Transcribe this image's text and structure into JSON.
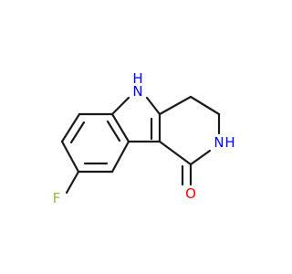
{
  "molecule": {
    "atoms": {
      "nh_indole": {
        "text": "N",
        "hydrogen": "H",
        "color": "#0000ff"
      },
      "nh_lactam": {
        "text": "N",
        "hydrogen": "H",
        "color": "#0000ff"
      },
      "oxygen": {
        "text": "O",
        "color": "#ff0000"
      },
      "fluorine": {
        "text": "F",
        "color": "#8fbc3f"
      }
    },
    "bond_color": "#1a1a1a"
  }
}
